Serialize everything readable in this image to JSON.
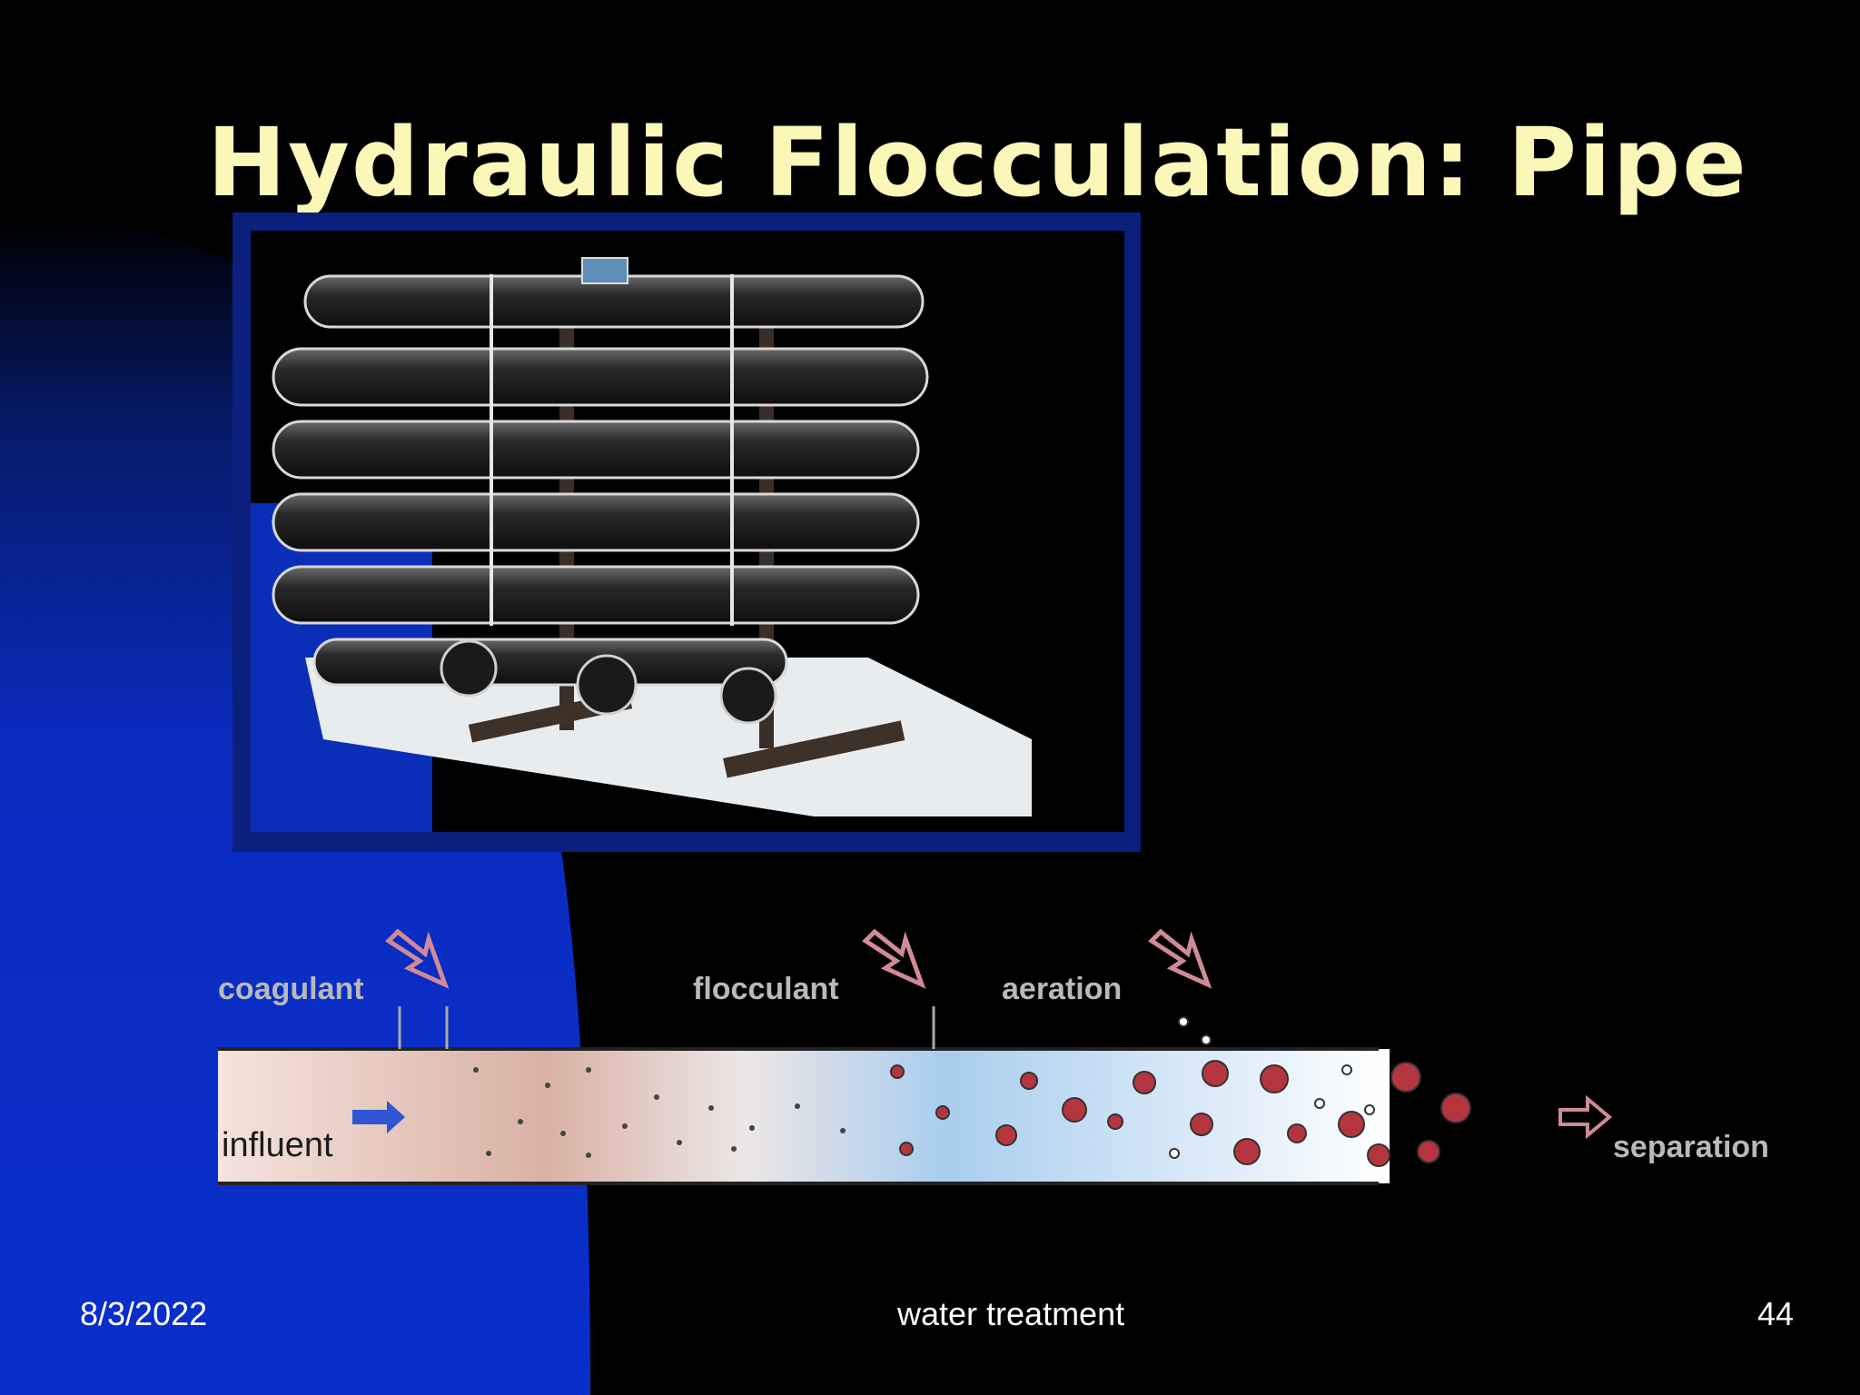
{
  "slide": {
    "title": "Hydraulic Flocculation: Pipe",
    "colors": {
      "title": "#fbf7b8",
      "background": "#000000",
      "accent_blue": "#0a2ecc"
    }
  },
  "diagram": {
    "labels": {
      "coagulant": "coagulant",
      "flocculant": "flocculant",
      "aeration": "aeration",
      "influent": "influent",
      "separation": "separation"
    }
  },
  "footer": {
    "date": "8/3/2022",
    "subject": "water treatment",
    "page": "44"
  }
}
